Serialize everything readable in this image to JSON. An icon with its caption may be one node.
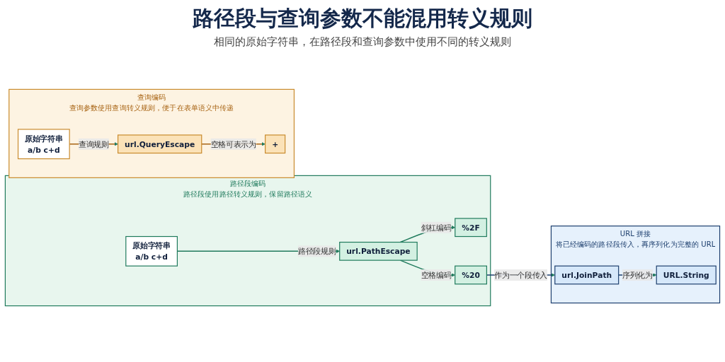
{
  "diagram": {
    "title": "路径段与查询参数不能混用转义规则",
    "nodes": [
      {
        "text": [
          "路径段编码",
          "路径段使用路径转义规则，保留路径语义"
        ]
      },
      {
        "text": [
          "原始字符串",
          "a/b c+d"
        ],
        "in": 0
      },
      {
        "text": [
          "url.PathEscape"
        ],
        "in": 0
      },
      {
        "text": [
          "%2F"
        ],
        "in": 0
      },
      {
        "text": [
          "%20"
        ],
        "in": 0
      },
      {
        "text": [
          "查询编码",
          "查询参数使用查询转义规则，便于在表单语义中传递"
        ]
      },
      {
        "text": [
          "原始字符串",
          "a/b c+d"
        ],
        "in": 5
      },
      {
        "text": [
          "url.QueryEscape"
        ],
        "in": 5
      },
      {
        "text": [
          "+"
        ],
        "in": 5
      },
      {
        "text": [
          "URL 拼接",
          "将已经编码的路径段传入，再序列化为完整的 URL"
        ]
      },
      {
        "text": [
          "url.JoinPath"
        ],
        "in": 9
      },
      {
        "text": [
          "URL.String"
        ],
        "in": 9
      }
    ],
    "edges": [
      {
        "from": 1,
        "to": 2,
        "arrow": "to",
        "label": "路径段规则"
      },
      {
        "from": 2,
        "to": 3,
        "arrow": "to",
        "label": "斜杠编码"
      },
      {
        "from": 2,
        "to": 4,
        "arrow": "to",
        "label": "空格编码"
      },
      {
        "from": 4,
        "to": 10,
        "arrow": "to",
        "label": "作为一个段传入",
        "color": "#1d3f6e"
      },
      {
        "from": 6,
        "to": 7,
        "arrow": "to",
        "label": "查询规则",
        "color": "#a86414"
      },
      {
        "from": 7,
        "to": 8,
        "arrow": "to",
        "label": "空格可表示为",
        "color": "#a86414"
      },
      {
        "from": 10,
        "to": 11,
        "arrow": "to",
        "label": "序列化为",
        "color": "#1d3f6e"
      }
    ],
    "labels": [
      "相同的原始字符串，在路径段和查询参数中使用不同的转义规则"
    ]
  }
}
